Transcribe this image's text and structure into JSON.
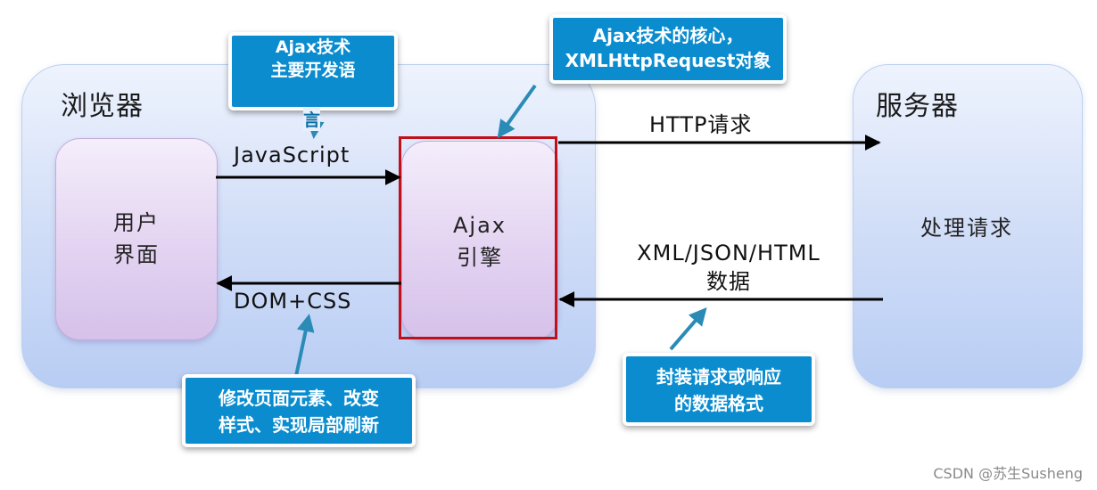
{
  "browser": {
    "title": "浏览器"
  },
  "server": {
    "title": "服务器",
    "box_text": "处理请求"
  },
  "ui_box": {
    "line1": "用户",
    "line2": "界面"
  },
  "engine": {
    "line1": "Ajax",
    "line2": "引擎"
  },
  "labels": {
    "javascript": "JavaScript",
    "dom_css": "DOM+CSS",
    "http_request": "HTTP请求",
    "response_line1": "XML/JSON/HTML",
    "response_line2": "数据"
  },
  "callouts": {
    "language": {
      "line1": "Ajax技术",
      "line2": "主要开发语",
      "line3": "言"
    },
    "core": {
      "line1": "Ajax技术的核心，",
      "line2": "XMLHttpRequest对象"
    },
    "dom": {
      "line1": "修改页面元素、改变",
      "line2": "样式、实现局部刷新"
    },
    "format": {
      "line1": "封装请求或响应",
      "line2": "的数据格式"
    }
  },
  "watermark": "CSDN @苏生Susheng",
  "colors": {
    "callout_bg": "#0a8ccf",
    "highlight_border": "#c0101a",
    "pointer": "#2a8bb6"
  }
}
